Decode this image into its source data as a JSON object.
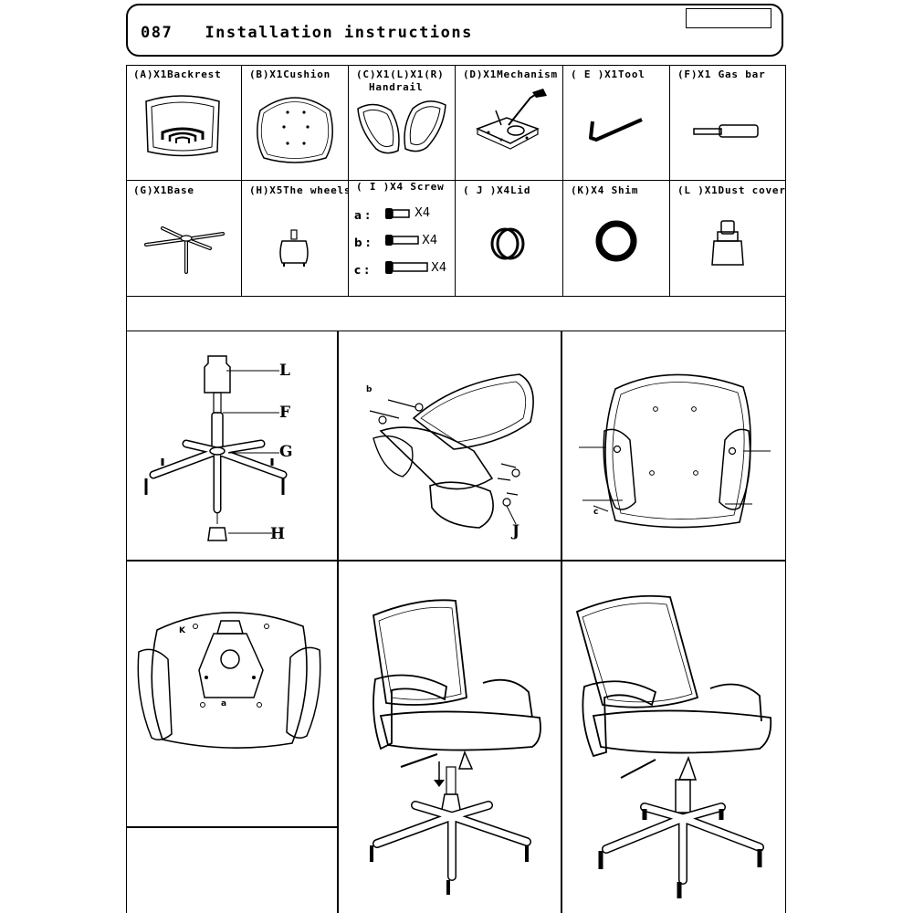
{
  "header": {
    "number": "087",
    "title": "Installation instructions"
  },
  "parts": [
    {
      "code": "(A)X1",
      "name": "Backrest"
    },
    {
      "code": "(B)X1",
      "name": "Cushion"
    },
    {
      "code": "(C)X1(L)X1(R)",
      "name": "Handrail"
    },
    {
      "code": "(D)X1",
      "name": "Mechanism"
    },
    {
      "code": "( E )X1",
      "name": "Tool"
    },
    {
      "code": "(F)X1",
      "name": "Gas bar"
    },
    {
      "code": "(G)X1",
      "name": "Base"
    },
    {
      "code": "(H)X5",
      "name": "The wheels"
    },
    {
      "code": "( I )X4",
      "name": "Screw"
    },
    {
      "code": "( J )X4",
      "name": "Lid"
    },
    {
      "code": "(K)X4",
      "name": "Shim"
    },
    {
      "code": "(L )X1",
      "name": "Dust cover"
    }
  ],
  "screws": [
    {
      "label": "a :",
      "qty": "X4"
    },
    {
      "label": "b :",
      "qty": "X4"
    },
    {
      "label": "c :",
      "qty": "X4"
    }
  ],
  "steps": {
    "step1": {
      "L": "L",
      "F": "F",
      "G": "G",
      "H": "H"
    },
    "step2": {
      "b": "b",
      "J": "J"
    },
    "step3": {
      "c": "c"
    },
    "step4": {
      "K": "K",
      "a": "a"
    }
  }
}
